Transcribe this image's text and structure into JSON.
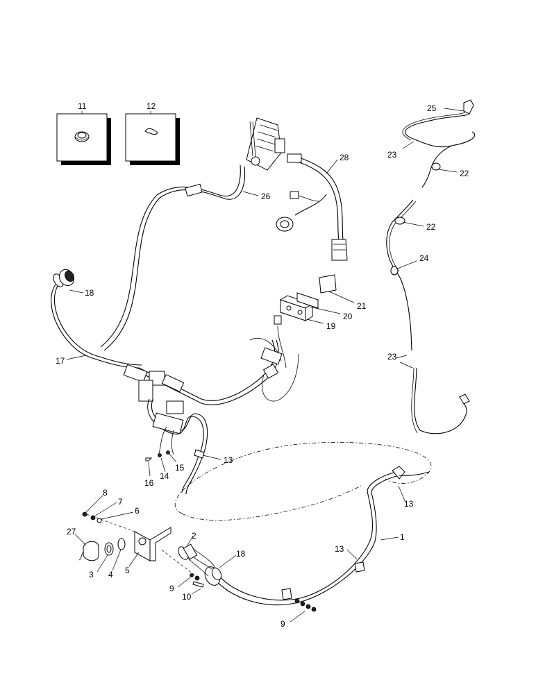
{
  "callouts": {
    "c1": "1",
    "c2": "2",
    "c3": "3",
    "c4": "4",
    "c5": "5",
    "c6": "6",
    "c7": "7",
    "c8": "8",
    "c9a": "9",
    "c9b": "9",
    "c10": "10",
    "c11": "11",
    "c12": "12",
    "c13a": "13",
    "c13b": "13",
    "c13c": "13",
    "c14": "14",
    "c15": "15",
    "c16": "16",
    "c17": "17",
    "c18a": "18",
    "c18b": "18",
    "c19": "19",
    "c20": "20",
    "c21": "21",
    "c22a": "22",
    "c22b": "22",
    "c23a": "23",
    "c23b": "23",
    "c24": "24",
    "c25": "25",
    "c26": "26",
    "c27": "27",
    "c28": "28"
  }
}
